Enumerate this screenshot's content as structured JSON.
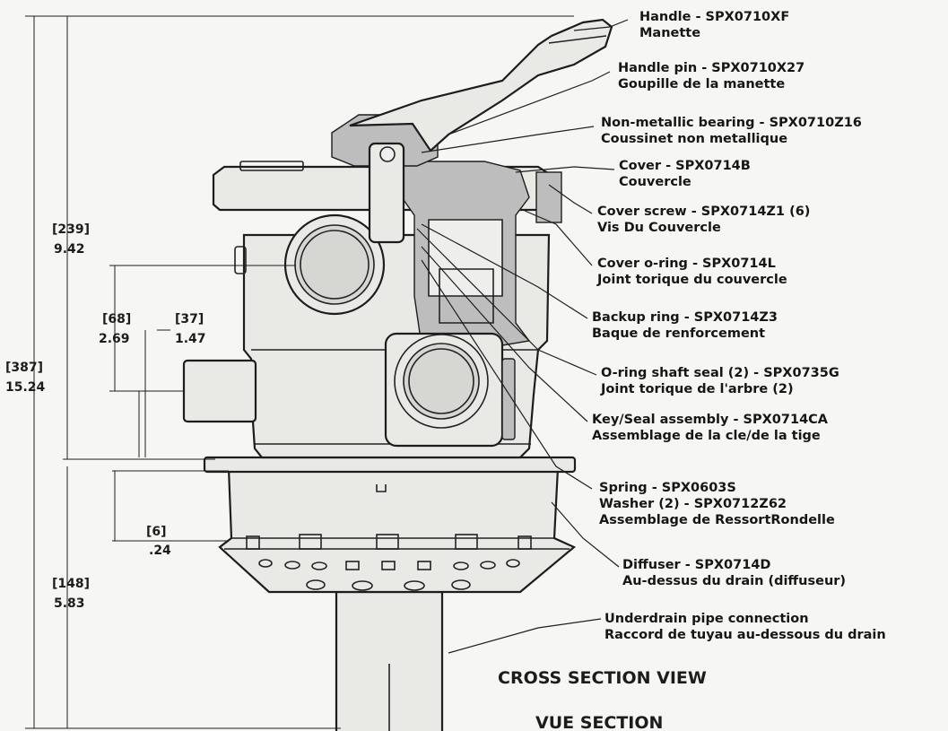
{
  "labels": [
    {
      "id": "handle",
      "en": "Handle - SPX0710XF",
      "fr": "Manette"
    },
    {
      "id": "handle-pin",
      "en": "Handle pin - SPX0710X27",
      "fr": "Goupille de la manette"
    },
    {
      "id": "bearing",
      "en": "Non-metallic bearing - SPX0710Z16",
      "fr": "Coussinet non metallique"
    },
    {
      "id": "cover",
      "en": "Cover - SPX0714B",
      "fr": "Couvercle"
    },
    {
      "id": "cover-screw",
      "en": "Cover screw - SPX0714Z1 (6)",
      "fr": "Vis Du Couvercle"
    },
    {
      "id": "cover-oring",
      "en": "Cover o-ring - SPX0714L",
      "fr": "Joint torique du couvercle"
    },
    {
      "id": "backup-ring",
      "en": "Backup ring - SPX0714Z3",
      "fr": "Baque de renforcement"
    },
    {
      "id": "shaft-seal",
      "en": "O-ring shaft seal (2) - SPX0735G",
      "fr": "Joint torique de l'arbre (2)"
    },
    {
      "id": "key-seal",
      "en": "Key/Seal assembly - SPX0714CA",
      "fr": "Assemblage de la cle/de la tige"
    },
    {
      "id": "spring",
      "en": "Spring - SPX0603S",
      "en2": "Washer (2) - SPX0712Z62",
      "fr": "Assemblage de RessortRondelle"
    },
    {
      "id": "diffuser",
      "en": "Diffuser - SPX0714D",
      "fr": "Au-dessus du drain (diffuseur)"
    },
    {
      "id": "underdrain",
      "en": "Underdrain pipe connection",
      "fr": "Raccord de tuyau au-dessous du drain"
    }
  ],
  "dimensions": [
    {
      "id": "239",
      "mm": "[239]",
      "in": "9.42"
    },
    {
      "id": "387",
      "mm": "[387]",
      "in": "15.24"
    },
    {
      "id": "68",
      "mm": "[68]",
      "in": "2.69"
    },
    {
      "id": "37",
      "mm": "[37]",
      "in": "1.47"
    },
    {
      "id": "6",
      "mm": "[6]",
      "in": ".24"
    },
    {
      "id": "148",
      "mm": "[148]",
      "in": "5.83"
    }
  ],
  "title": "CROSS SECTION VIEW",
  "subtitle": "VUE SECTION"
}
